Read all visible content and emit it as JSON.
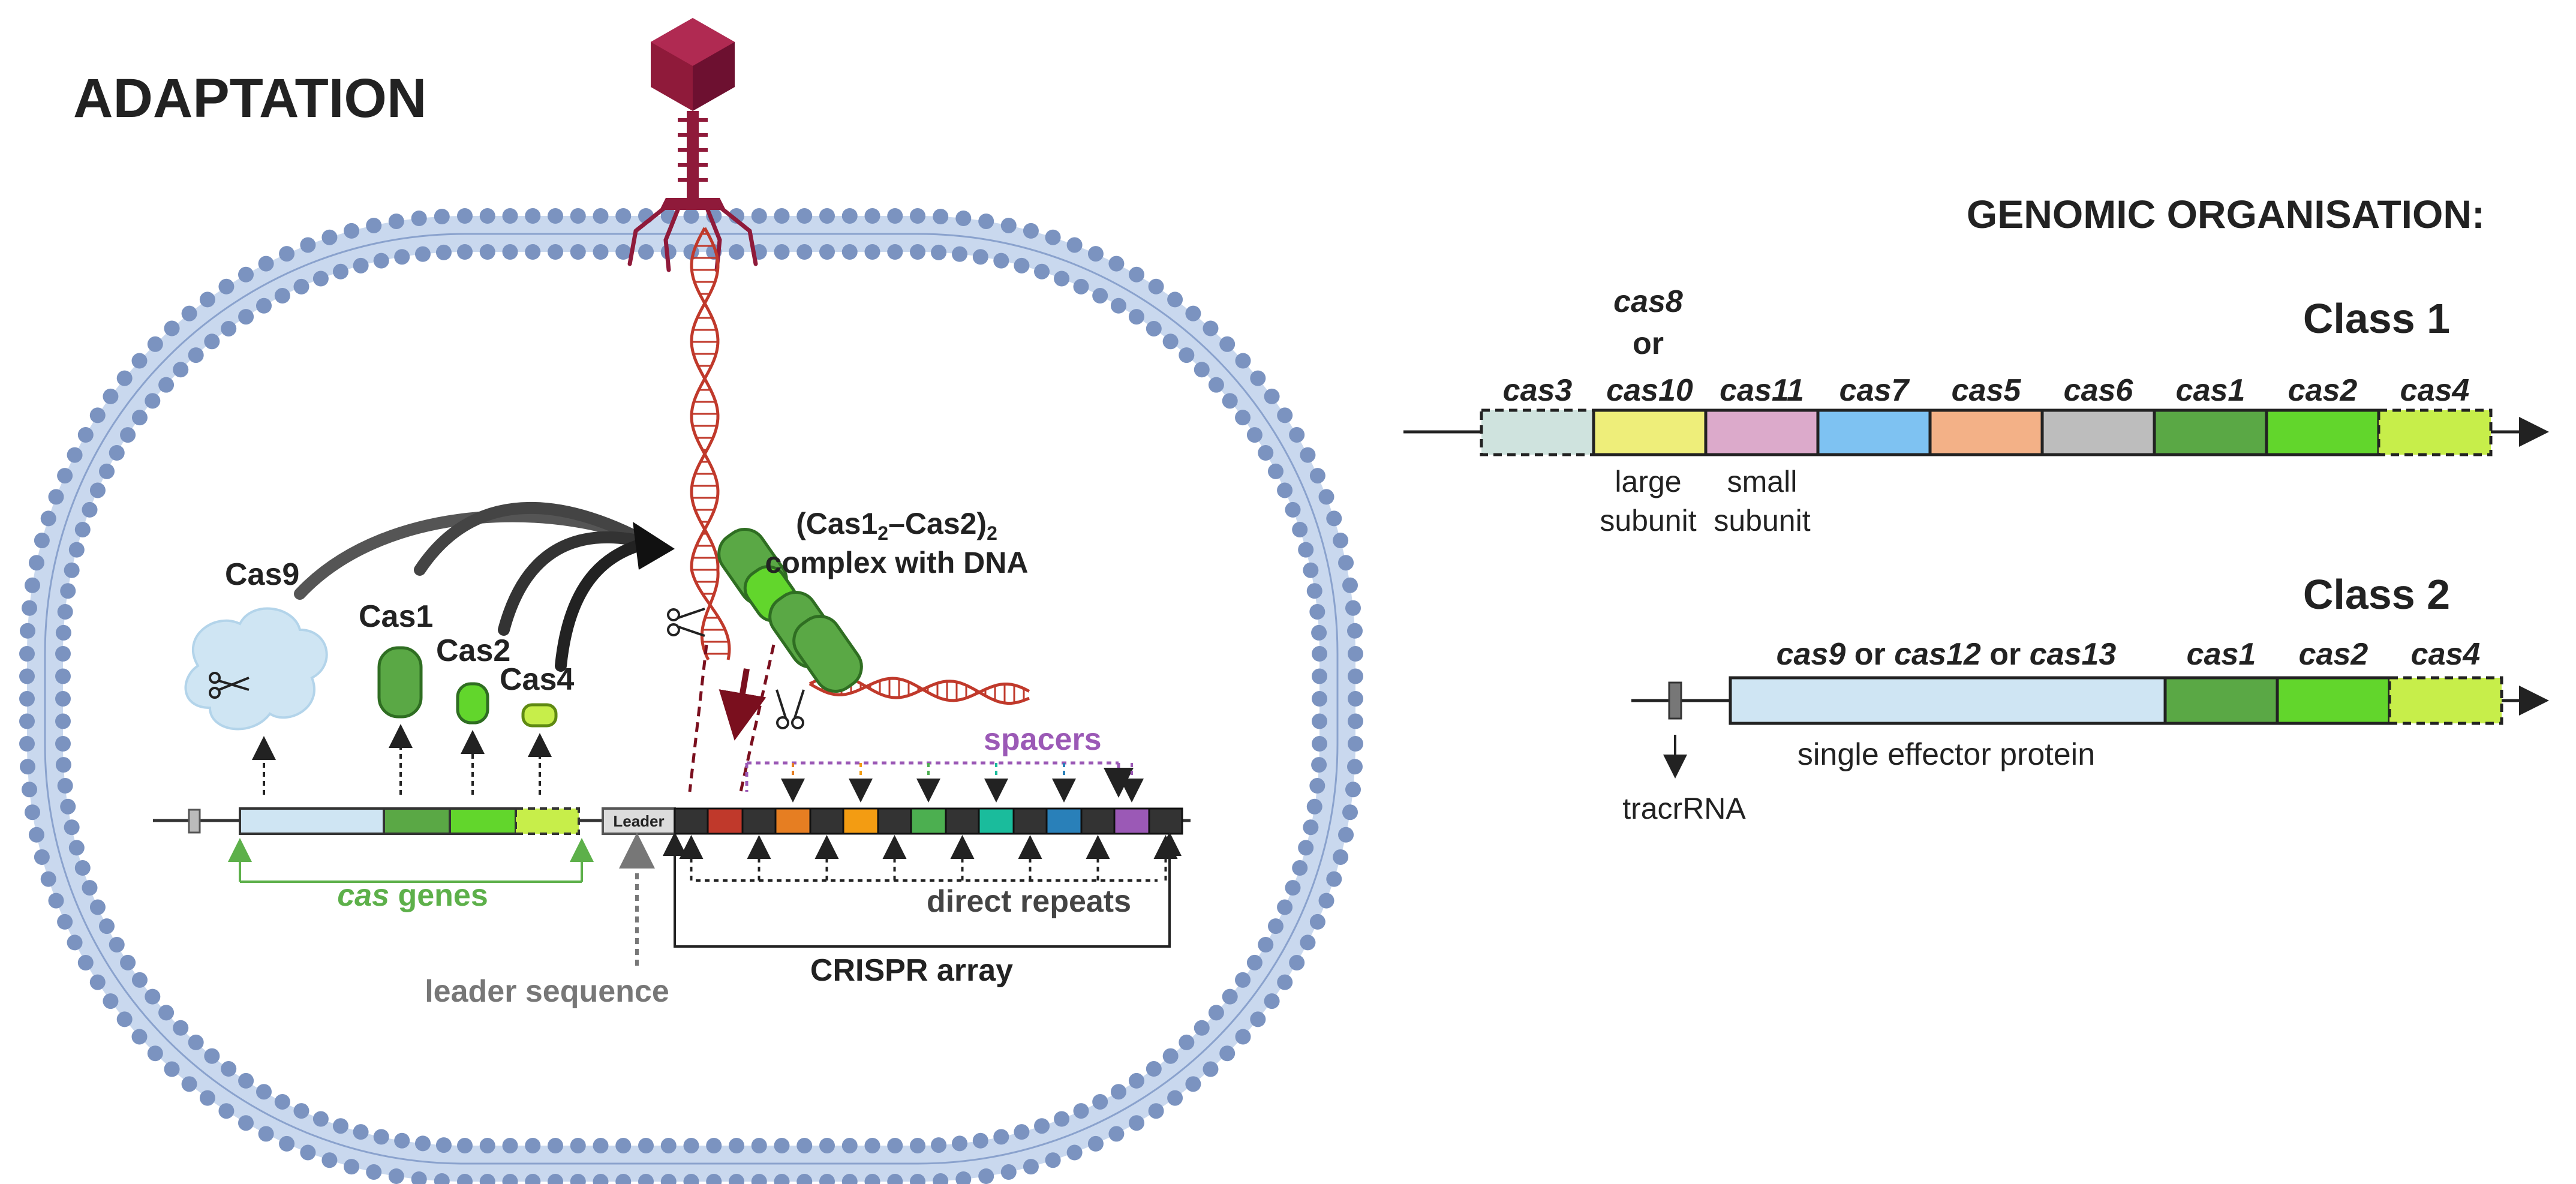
{
  "adaptation": {
    "title": "ADAPTATION",
    "cas9_label": "Cas9",
    "cas1_label": "Cas1",
    "cas2_label": "Cas2",
    "cas4_label": "Cas4",
    "complex_line1_a": "(Cas1",
    "complex_line1_sub1": "2",
    "complex_line1_b": "–Cas2)",
    "complex_line1_sub2": "2",
    "complex_line2": "complex with DNA",
    "leader_box": "Leader",
    "spacers_label": "spacers",
    "direct_repeats_label": "direct repeats",
    "crispr_array_label": "CRISPR array",
    "leader_sequence_label": "leader sequence",
    "cas_genes_italic": "cas",
    "cas_genes_rest": " genes"
  },
  "genomic": {
    "title": "GENOMIC ORGANISATION:",
    "class1": {
      "title": "Class 1",
      "cas8": "cas8",
      "or": "or",
      "genes": [
        "cas3",
        "cas10",
        "cas11",
        "cas7",
        "cas5",
        "cas6",
        "cas1",
        "cas2",
        "cas4"
      ],
      "large1": "large",
      "large2": "subunit",
      "small1": "small",
      "small2": "subunit"
    },
    "class2": {
      "title": "Class 2",
      "effector_a": "cas9",
      "or1": " or ",
      "effector_b": "cas12",
      "or2": " or ",
      "effector_c": "cas13",
      "genes": [
        "cas1",
        "cas2",
        "cas4"
      ],
      "effector_desc": "single effector protein",
      "tracr": "tracrRNA"
    }
  },
  "colors": {
    "membrane": "#7b93c0",
    "membrane_tail": "#b9cbe6",
    "phage": "#8f1a3a",
    "dna": "#c0392b",
    "cas9": "#cfe5f3",
    "cas1": "#5aa845",
    "cas2": "#62d62c",
    "cas4": "#c7ee4a",
    "cas3": "#cfe3de",
    "cas10": "#eeee7a",
    "cas11": "#dcaacb",
    "cas7": "#7ec2f2",
    "cas5": "#f3b187",
    "cas6": "#bdbdbd",
    "spacers": "#9b59b6",
    "cas_genes": "#5db04a"
  }
}
